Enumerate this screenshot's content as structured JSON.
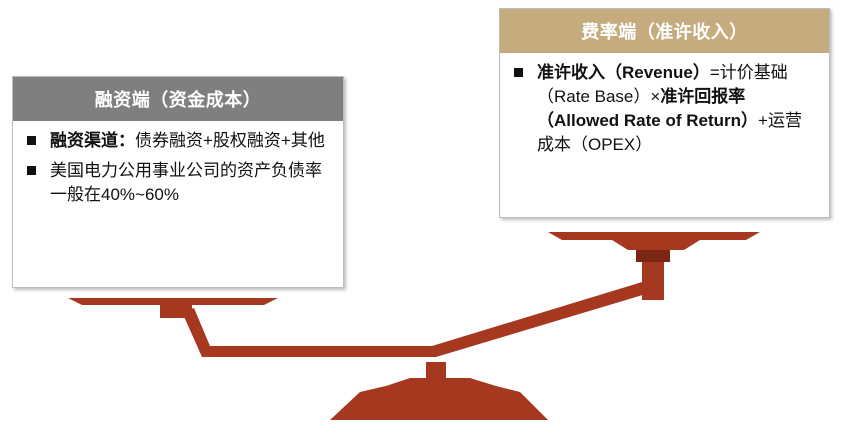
{
  "colors": {
    "scale": "#a5381f",
    "scale_dark": "#7a2613",
    "left_header": "#7f7f7f",
    "right_header": "#c5ab7d"
  },
  "left_box": {
    "title": "融资端（资金成本）",
    "bullets": [
      {
        "bold": "融资渠道：",
        "text": "债券融资+股权融资+其他"
      },
      {
        "bold": "",
        "text": "美国电力公用事业公司的资产负债率一般在40%~60%"
      }
    ]
  },
  "right_box": {
    "title": "费率端（准许收入）",
    "bullet": {
      "part1_bold": "准许收入（Revenue）",
      "part2": "=计价基础（Rate Base）×",
      "part3_bold": "准许回报率（Allowed Rate of Return）",
      "part4": "+运营成本（OPEX）"
    }
  }
}
